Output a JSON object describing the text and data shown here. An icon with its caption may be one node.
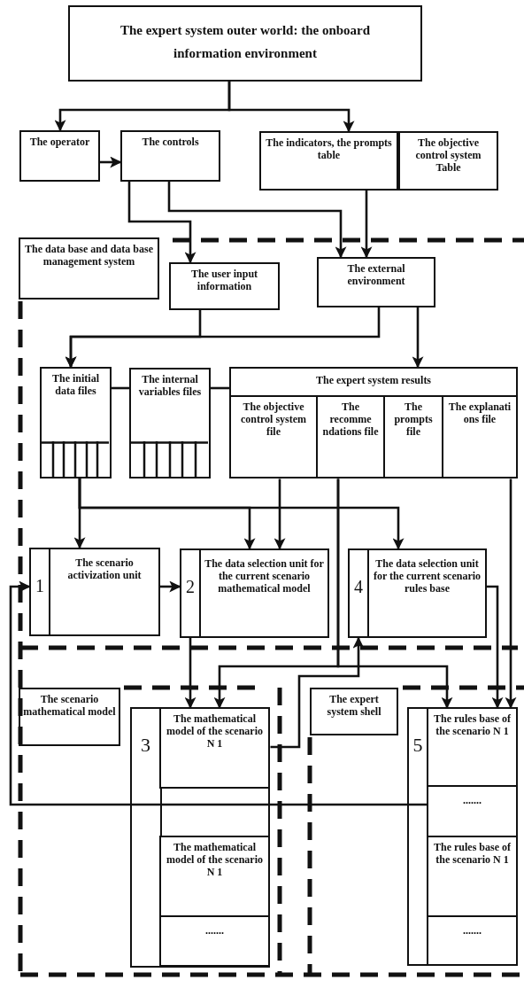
{
  "diagram": {
    "nodes": [
      {
        "text": [
          "The expert system outer world: the onboard information environment"
        ]
      },
      {
        "text": [
          "The operator"
        ]
      },
      {
        "text": [
          "The controls"
        ]
      },
      {
        "text": [
          "The indicators, the prompts table"
        ]
      },
      {
        "text": [
          "The objective control system Table"
        ]
      },
      {
        "text": [
          "The data base and data base management system"
        ]
      },
      {
        "text": [
          "The user input information"
        ]
      },
      {
        "text": [
          "The external environment"
        ]
      },
      {
        "text": [
          "The initial data files"
        ]
      },
      {
        "text": [
          "The internal variables files"
        ]
      },
      {
        "text": [
          "The expert system results"
        ]
      },
      {
        "text": [
          "The objective control system file"
        ],
        "in": 10
      },
      {
        "text": [
          "The recomme ndations file"
        ],
        "in": 10
      },
      {
        "text": [
          "The prompts file"
        ],
        "in": 10
      },
      {
        "text": [
          "The explanati ons file"
        ],
        "in": 10
      },
      {
        "text": [
          "1",
          "The scenario activization unit"
        ]
      },
      {
        "text": [
          "2",
          "The data selection unit for the current scenario mathematical model"
        ]
      },
      {
        "text": [
          "4",
          "The data selection unit for the current scenario rules base"
        ]
      },
      {
        "text": [
          "The scenario mathematical model"
        ]
      },
      {
        "text": [
          "3"
        ]
      },
      {
        "text": [
          "The mathematical model of the scenario N 1"
        ],
        "in": 19
      },
      {
        "text": [
          "The mathematical model of the scenario N 1"
        ],
        "in": 19
      },
      {
        "text": [
          "......."
        ],
        "in": 19
      },
      {
        "text": [
          "The expert system shell"
        ]
      },
      {
        "text": [
          "5"
        ]
      },
      {
        "text": [
          "The rules base of the scenario N 1"
        ],
        "in": 24
      },
      {
        "text": [
          "......."
        ],
        "in": 24
      },
      {
        "text": [
          "The rules base of the scenario N 1"
        ],
        "in": 24
      },
      {
        "text": [
          "......."
        ],
        "in": 24
      }
    ],
    "edges": [
      {
        "from": 0,
        "to": 1,
        "arrow": "to"
      },
      {
        "from": 0,
        "to": 3,
        "arrow": "to"
      },
      {
        "from": 1,
        "to": 2,
        "arrow": "to"
      },
      {
        "from": 2,
        "to": 6,
        "arrow": "to"
      },
      {
        "from": 2,
        "to": 7,
        "arrow": "to"
      },
      {
        "from": 3,
        "to": 7,
        "arrow": "to"
      },
      {
        "from": 6,
        "to": 8,
        "arrow": "to"
      },
      {
        "from": 7,
        "to": 8,
        "arrow": "to"
      },
      {
        "from": 7,
        "to": 10,
        "arrow": "to"
      },
      {
        "from": 8,
        "to": 9,
        "arrow": "none"
      },
      {
        "from": 9,
        "to": 10,
        "arrow": "none"
      },
      {
        "from": 8,
        "to": 15,
        "arrow": "to"
      },
      {
        "from": 8,
        "to": 16,
        "arrow": "to"
      },
      {
        "from": 8,
        "to": 17,
        "arrow": "to"
      },
      {
        "from": 11,
        "to": 16,
        "arrow": "to"
      },
      {
        "from": 12,
        "to": 20,
        "arrow": "to"
      },
      {
        "from": 12,
        "to": 25,
        "arrow": "to"
      },
      {
        "from": 14,
        "to": 25,
        "arrow": "to"
      },
      {
        "from": 15,
        "to": 16,
        "arrow": "to"
      },
      {
        "from": 16,
        "to": 20,
        "arrow": "to"
      },
      {
        "from": 17,
        "to": 25,
        "arrow": "to"
      },
      {
        "from": 20,
        "to": 17,
        "arrow": "to"
      },
      {
        "from": 26,
        "to": 15,
        "arrow": "to"
      }
    ]
  }
}
